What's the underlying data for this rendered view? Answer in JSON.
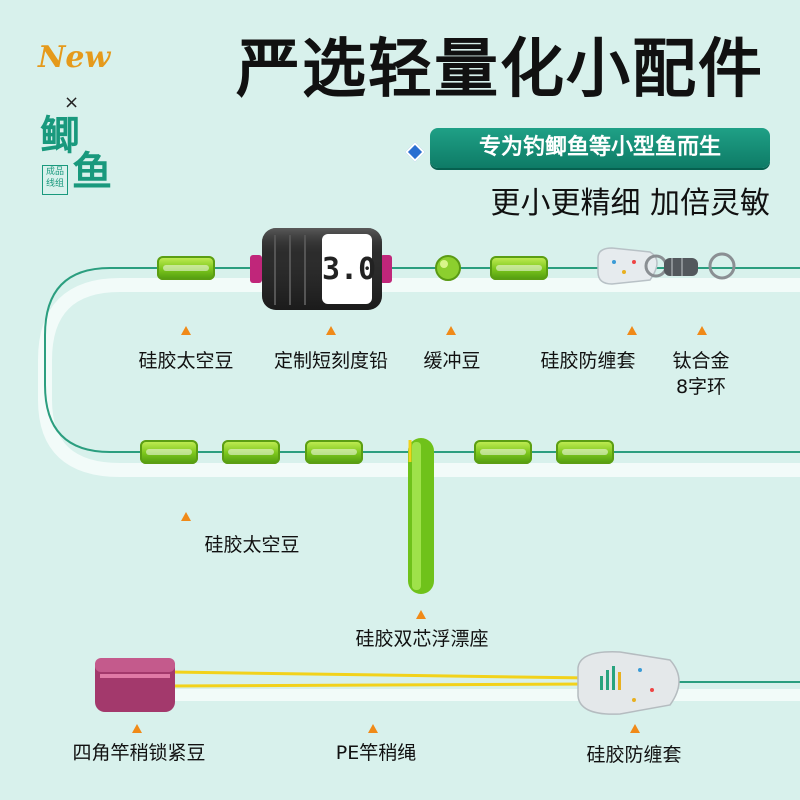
{
  "brand": {
    "new_text": "New",
    "x_mark": "×",
    "mark_chars": [
      "鲫",
      "鱼"
    ],
    "stamp_text": [
      "成品",
      "线组"
    ]
  },
  "header": {
    "title": "严选轻量化小配件",
    "banner": "专为钓鲫鱼等小型鱼而生",
    "subtitle": "更小更精细  加倍灵敏"
  },
  "float_badge": "3.0",
  "labels": {
    "space_bean_top": "硅胶太空豆",
    "sinker": "定制短刻度铅",
    "buffer_bean": "缓冲豆",
    "anti_tangle_top": "硅胶防缠套",
    "titanium_ring_line1": "钛合金",
    "titanium_ring_line2": "8字环",
    "space_bean_mid": "硅胶太空豆",
    "float_seat": "硅胶双芯浮漂座",
    "lock_bean": "四角竿稍锁紧豆",
    "pe_rope": "PE竿稍绳",
    "anti_tangle_bottom": "硅胶防缠套"
  },
  "colors": {
    "background": "#d8f1ec",
    "line": "#2b9e7f",
    "accent_banner": "#1a957d",
    "arrow": "#f08a18",
    "silicone_green": "#7cc61c",
    "lock_bean": "#a3396c",
    "pe_rope": "#f2d21b"
  }
}
